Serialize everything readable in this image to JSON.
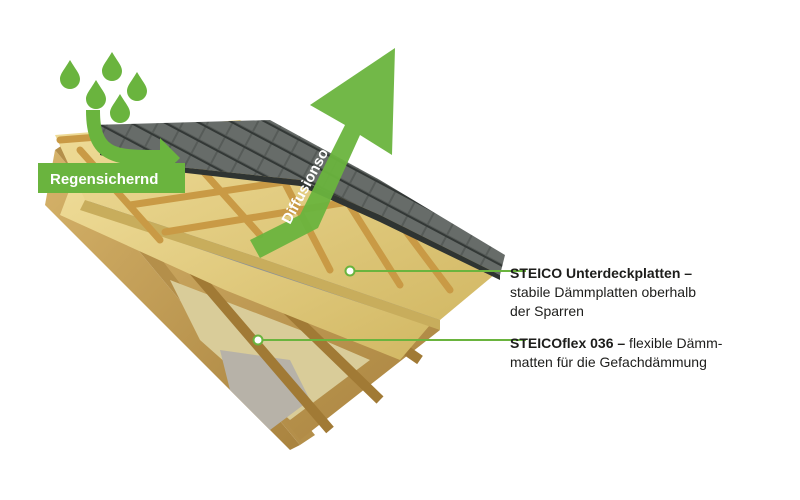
{
  "labels": {
    "rain_protection": "Regensichernd",
    "diffusion_open": "Diffusionsoffen"
  },
  "callouts": [
    {
      "title": "STEICO Unterdeckplatten –",
      "text_line1": "stabile Dämmplatten oberhalb",
      "text_line2": "der Sparren"
    },
    {
      "title": "STEICOflex 036 –",
      "text_line1": " flexible Dämm-",
      "text_line2": "matten für die Gefachdämmung"
    }
  ],
  "colors": {
    "accent_green": "#6ab43e",
    "callout_line": "#6ab43e",
    "wood": "#c9a35a",
    "insulation": "#e3cd7e",
    "roof_tile": "#5a5f5c"
  },
  "icons": {
    "rain": "water-drop-icon",
    "arrow": "arrow-up-right-icon"
  }
}
